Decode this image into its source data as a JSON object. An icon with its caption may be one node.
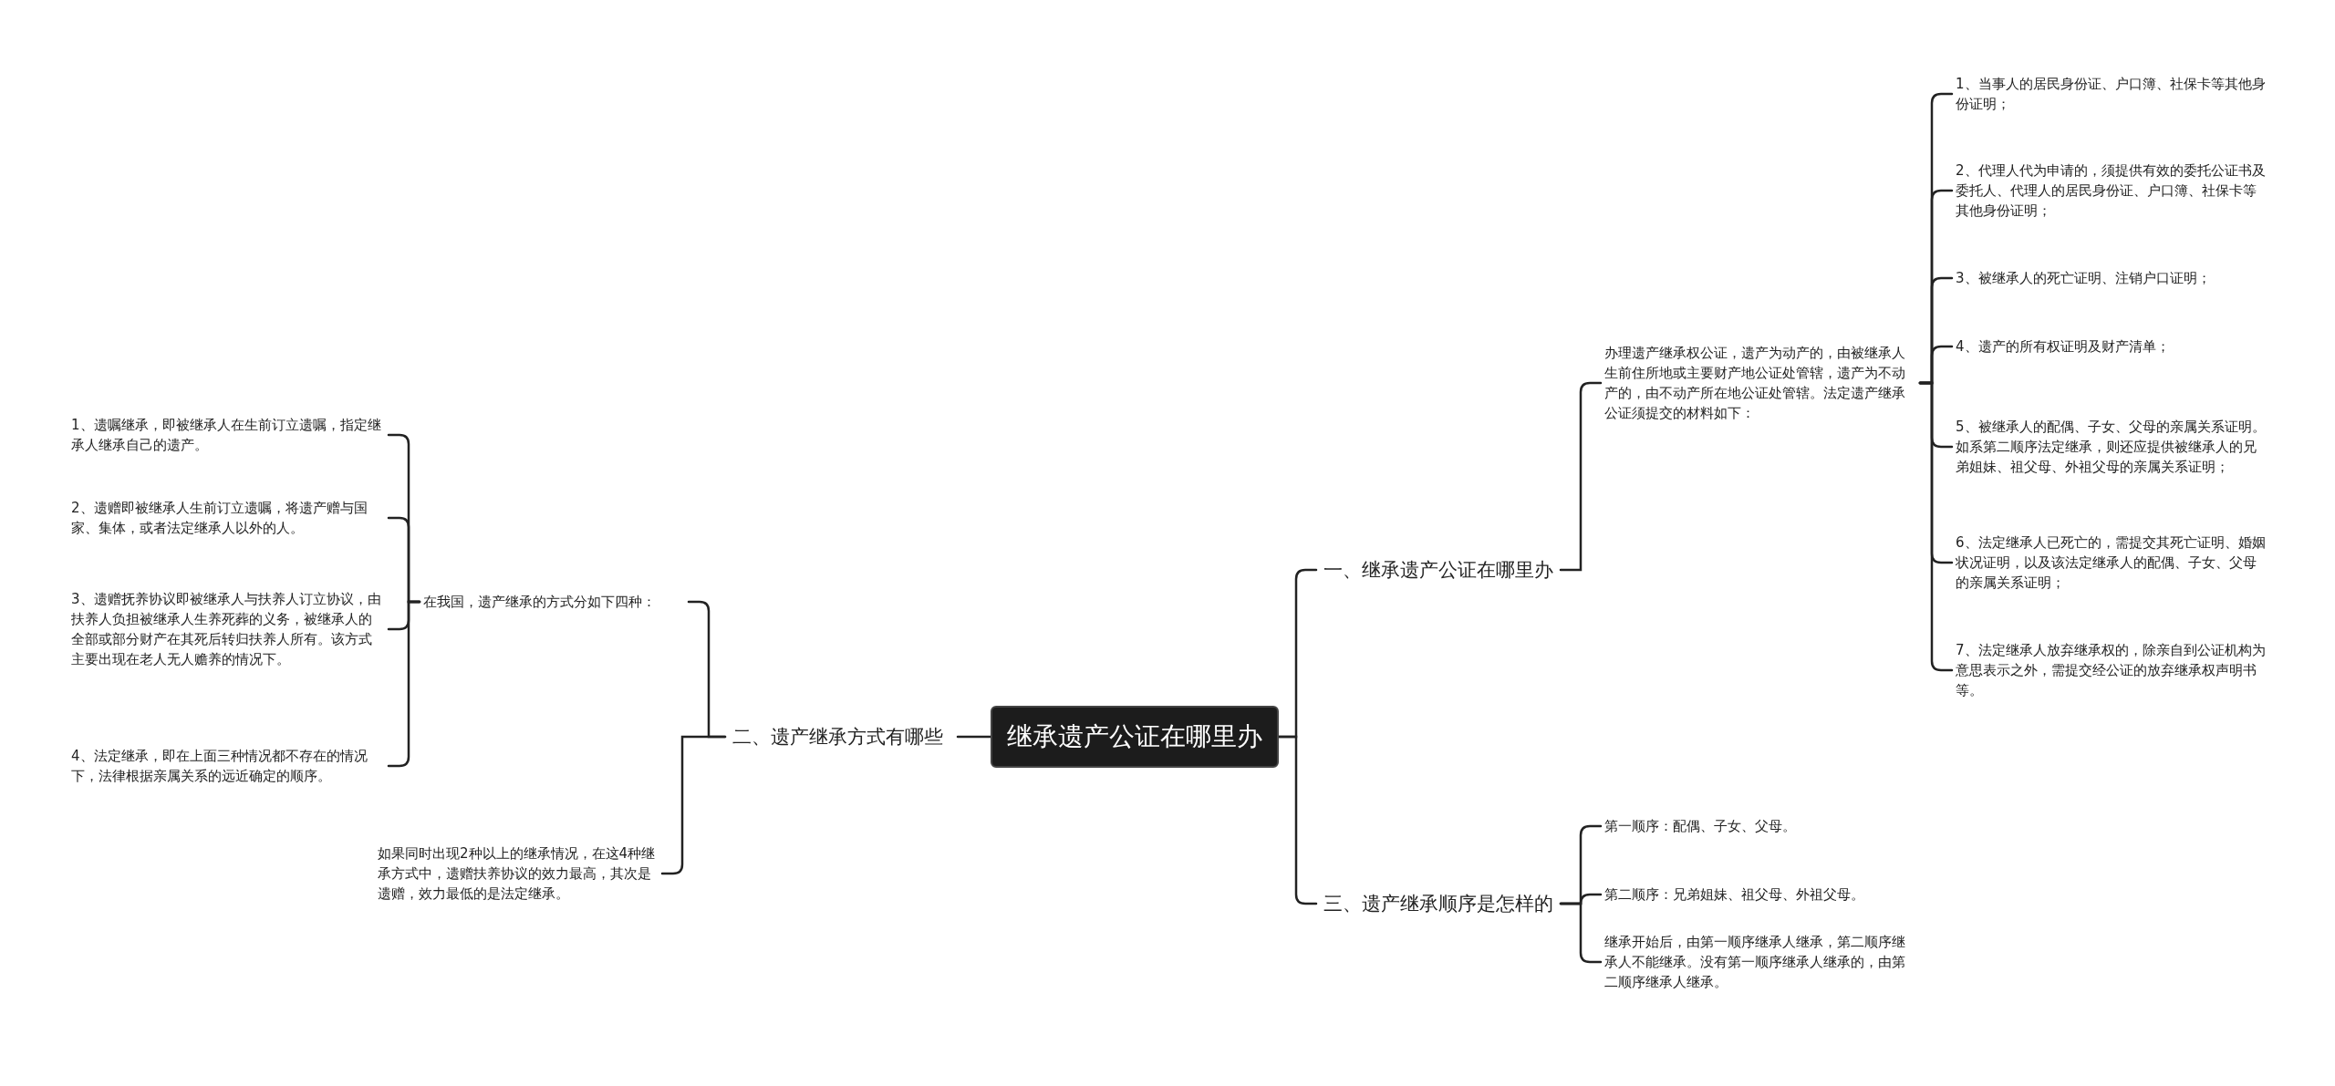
{
  "diagram": {
    "nodes": [
      {
        "text": [
          "继承遗产公证在哪里办"
        ]
      },
      {
        "text": [
          "一、继承遗产公证在哪里办"
        ]
      },
      {
        "text": [
          "办理遗产继承权公证，遗产为动产的，由被继承人生前住所地或主要财产地公证处管辖，遗产为不动产的，由不动产所在地公证处管辖。法定遗产继承公证须提交的材料如下："
        ]
      },
      {
        "text": [
          "1、当事人的居民身份证、户口簿、社保卡等其他身份证明；"
        ]
      },
      {
        "text": [
          "2、代理人代为申请的，须提供有效的委托公证书及委托人、代理人的居民身份证、户口簿、社保卡等其他身份证明；"
        ]
      },
      {
        "text": [
          "3、被继承人的死亡证明、注销户口证明；"
        ]
      },
      {
        "text": [
          "4、遗产的所有权证明及财产清单；"
        ]
      },
      {
        "text": [
          "5、被继承人的配偶、子女、父母的亲属关系证明。如系第二顺序法定继承，则还应提供被继承人的兄弟姐妹、祖父母、外祖父母的亲属关系证明；"
        ]
      },
      {
        "text": [
          "6、法定继承人已死亡的，需提交其死亡证明、婚姻状况证明，以及该法定继承人的配偶、子女、父母的亲属关系证明；"
        ]
      },
      {
        "text": [
          "7、法定继承人放弃继承权的，除亲自到公证机构为意思表示之外，需提交经公证的放弃继承权声明书等。"
        ]
      },
      {
        "text": [
          "二、遗产继承方式有哪些"
        ]
      },
      {
        "text": [
          "在我国，遗产继承的方式分如下四种："
        ]
      },
      {
        "text": [
          "1、遗嘱继承，即被继承人在生前订立遗嘱，指定继承人继承自己的遗产。"
        ]
      },
      {
        "text": [
          "2、遗赠即被继承人生前订立遗嘱，将遗产赠与国家、集体，或者法定继承人以外的人。"
        ]
      },
      {
        "text": [
          "3、遗赠抚养协议即被继承人与扶养人订立协议，由扶养人负担被继承人生养死葬的义务，被继承人的全部或部分财产在其死后转归扶养人所有。该方式主要出现在老人无人赡养的情况下。"
        ]
      },
      {
        "text": [
          "4、法定继承，即在上面三种情况都不存在的情况下，法律根据亲属关系的远近确定的顺序。"
        ]
      },
      {
        "text": [
          "如果同时出现2种以上的继承情况，在这4种继承方式中，遗赠扶养协议的效力最高，其次是遗赠，效力最低的是法定继承。"
        ]
      },
      {
        "text": [
          "三、遗产继承顺序是怎样的"
        ]
      },
      {
        "text": [
          "第一顺序：配偶、子女、父母。"
        ]
      },
      {
        "text": [
          "第二顺序：兄弟姐妹、祖父母、外祖父母。"
        ]
      },
      {
        "text": [
          "继承开始后，由第一顺序继承人继承，第二顺序继承人不能继承。没有第一顺序继承人继承的，由第二顺序继承人继承。"
        ]
      }
    ],
    "edges": [
      {
        "from": 0,
        "to": 1,
        "arrow": "none"
      },
      {
        "from": 1,
        "to": 2,
        "arrow": "none"
      },
      {
        "from": 2,
        "to": 3,
        "arrow": "none"
      },
      {
        "from": 2,
        "to": 4,
        "arrow": "none"
      },
      {
        "from": 2,
        "to": 5,
        "arrow": "none"
      },
      {
        "from": 2,
        "to": 6,
        "arrow": "none"
      },
      {
        "from": 2,
        "to": 7,
        "arrow": "none"
      },
      {
        "from": 2,
        "to": 8,
        "arrow": "none"
      },
      {
        "from": 2,
        "to": 9,
        "arrow": "none"
      },
      {
        "from": 0,
        "to": 10,
        "arrow": "none"
      },
      {
        "from": 10,
        "to": 11,
        "arrow": "none"
      },
      {
        "from": 11,
        "to": 12,
        "arrow": "none"
      },
      {
        "from": 11,
        "to": 13,
        "arrow": "none"
      },
      {
        "from": 11,
        "to": 14,
        "arrow": "none"
      },
      {
        "from": 11,
        "to": 15,
        "arrow": "none"
      },
      {
        "from": 10,
        "to": 16,
        "arrow": "none"
      },
      {
        "from": 0,
        "to": 17,
        "arrow": "none"
      },
      {
        "from": 17,
        "to": 18,
        "arrow": "none"
      },
      {
        "from": 17,
        "to": 19,
        "arrow": "none"
      },
      {
        "from": 17,
        "to": 20,
        "arrow": "none"
      }
    ]
  }
}
